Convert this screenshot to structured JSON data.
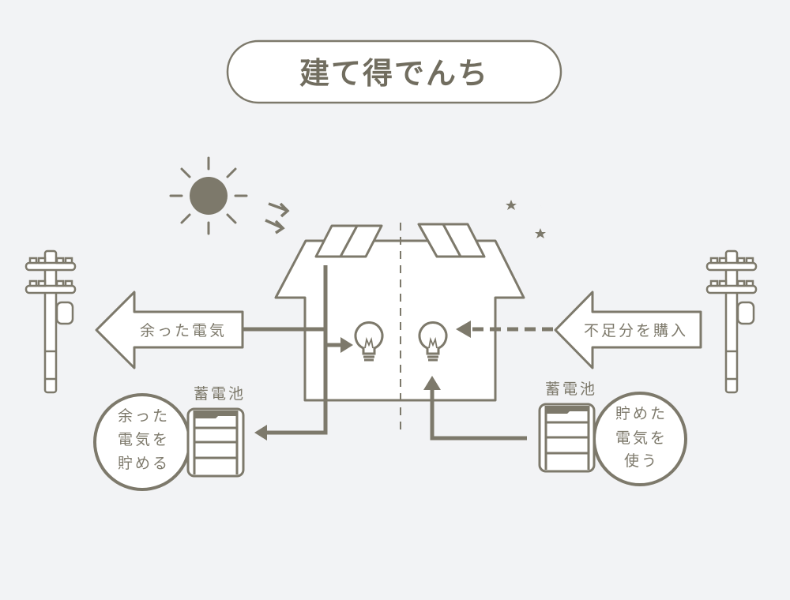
{
  "title": "建て得でんち",
  "left": {
    "arrow_label": "余った電気",
    "battery_label": "蓄電池",
    "circle_lines": [
      "余った",
      "電気を",
      "貯める"
    ]
  },
  "right": {
    "arrow_label": "不足分を購入",
    "battery_label": "蓄電池",
    "circle_lines": [
      "貯めた",
      "電気を",
      "使う"
    ]
  },
  "icons": [
    "sun-icon",
    "moon-icon",
    "star-icon",
    "house-icon",
    "solar-panel-icon",
    "light-bulb-icon",
    "battery-icon",
    "utility-pole-icon"
  ],
  "colors": {
    "ink": "#7d796b",
    "background": "#f2f3f5"
  }
}
